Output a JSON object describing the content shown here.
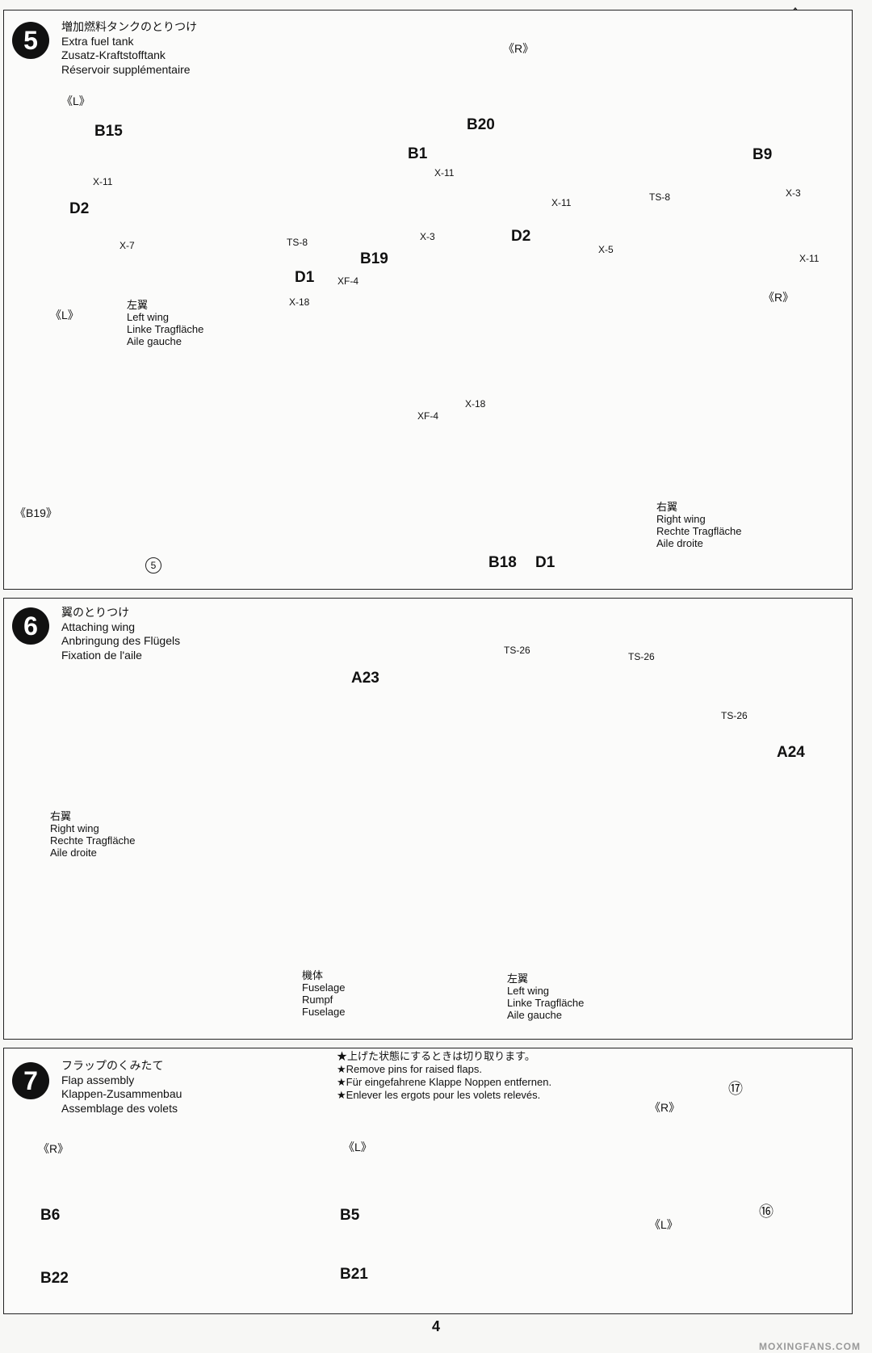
{
  "page_number": "4",
  "watermark": "MOXINGFANS.COM",
  "step5": {
    "number": "5",
    "title": [
      "増加燃料タンクのとりつけ",
      "Extra fuel tank",
      "Zusatz-Kraftstofftank",
      "Réservoir supplémentaire"
    ],
    "side_L": "《L》",
    "side_R": "《R》",
    "side_L2": "《L》",
    "side_R2": "《R》",
    "detail": "《B19》",
    "detail_ref": "5",
    "parts": [
      "B15",
      "B1",
      "D2",
      "B20",
      "B9",
      "D2",
      "B19",
      "D1",
      "B18",
      "D1"
    ],
    "paints": [
      "X-11",
      "X-11",
      "X-7",
      "TS-8",
      "X-3",
      "X-11",
      "TS-8",
      "X-3",
      "X-5",
      "X-11",
      "XF-4",
      "X-18",
      "XF-4",
      "X-18"
    ],
    "left_wing": [
      "左翼",
      "Left wing",
      "Linke Tragfläche",
      "Aile gauche"
    ],
    "right_wing": [
      "右翼",
      "Right wing",
      "Rechte Tragfläche",
      "Aile droite"
    ]
  },
  "step6": {
    "number": "6",
    "title": [
      "翼のとりつけ",
      "Attaching wing",
      "Anbringung des Flügels",
      "Fixation de l'aile"
    ],
    "parts": [
      "A23",
      "A24"
    ],
    "paints": [
      "TS-26",
      "TS-26",
      "TS-26"
    ],
    "right_wing": [
      "右翼",
      "Right wing",
      "Rechte Tragfläche",
      "Aile droite"
    ],
    "fuselage": [
      "機体",
      "Fuselage",
      "Rumpf",
      "Fuselage"
    ],
    "left_wing": [
      "左翼",
      "Left wing",
      "Linke Tragfläche",
      "Aile gauche"
    ]
  },
  "step7": {
    "number": "7",
    "title": [
      "フラップのくみたて",
      "Flap assembly",
      "Klappen-Zusammenbau",
      "Assemblage des volets"
    ],
    "note": [
      "★上げた状態にするときは切り取ります。",
      "★Remove pins for raised flaps.",
      "★Für eingefahrene Klappe Noppen entfernen.",
      "★Enlever les ergots pour les volets relevés."
    ],
    "side_R": "《R》",
    "side_L": "《L》",
    "side_R2": "《R》",
    "side_L2": "《L》",
    "parts": [
      "B6",
      "B22",
      "B5",
      "B21"
    ],
    "refs": [
      "⑰",
      "⑯"
    ]
  }
}
